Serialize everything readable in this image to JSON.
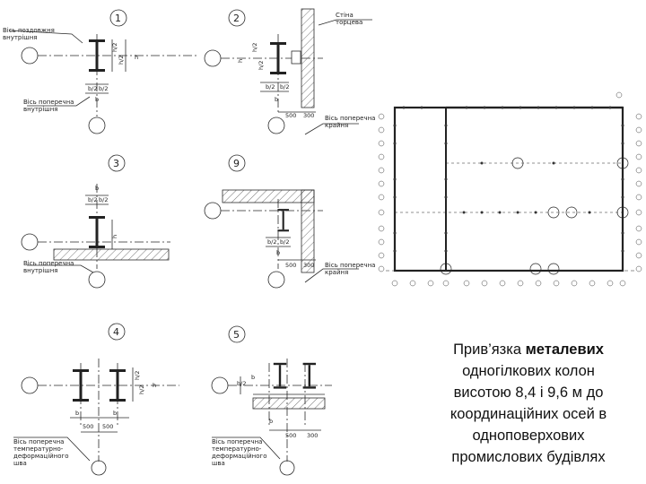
{
  "detail_numbers": [
    "1",
    "2",
    "3",
    "9",
    "4",
    "5"
  ],
  "labels": {
    "d1_axis_longitudinal": [
      "Вісь поздовжня",
      "внутрішня"
    ],
    "d1_axis_transverse": [
      "Вісь поперечна",
      "внутрішня"
    ],
    "d2_wall": [
      "Стіна",
      "торцева"
    ],
    "d2_axis_transverse": [
      "Вісь поперечна",
      "крайня"
    ],
    "d3_axis_transverse": [
      "Вісь поперечна",
      "внутрішня"
    ],
    "d9_axis_transverse": [
      "Вісь поперечна",
      "крайня"
    ],
    "d4_axis_transverse": [
      "Вісь поперечна",
      "температурно-",
      "деформаційного",
      "шва"
    ],
    "d5_axis_transverse": [
      "Вісь поперечна",
      "температурно-",
      "деформаційного",
      "шва"
    ]
  },
  "dims": {
    "h2": "h/2",
    "h": "h",
    "b2": "b/2",
    "b": "b",
    "d500": "500",
    "d300": "300"
  },
  "caption": {
    "line1_pre": "Прив’язка ",
    "line1_bold": "металевих",
    "rest": [
      "одногілкових колон",
      "висотою 8,4 і 9,6 м до",
      "координаційних осей в",
      "одноповерхових",
      "промислових будівлях"
    ]
  },
  "colors": {
    "line": "#2a2a2a",
    "hatch": "#555555",
    "plan_frame": "#222222"
  }
}
